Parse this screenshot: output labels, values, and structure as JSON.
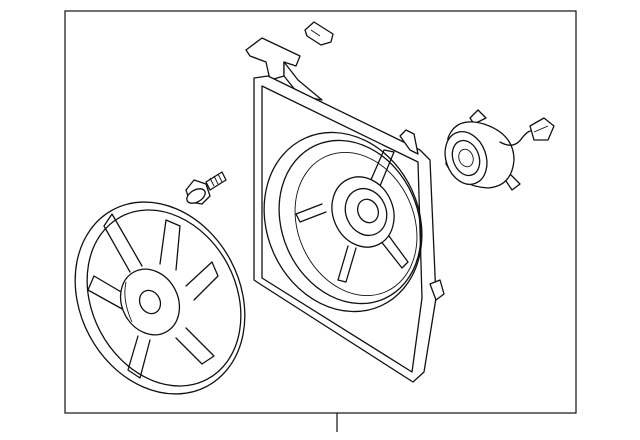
{
  "diagram": {
    "parts": [
      {
        "name": "cooling-fan-blade"
      },
      {
        "name": "fan-mounting-bolt"
      },
      {
        "name": "fan-shroud"
      },
      {
        "name": "fan-motor"
      },
      {
        "name": "wire-connector"
      },
      {
        "name": "shroud-clip"
      }
    ],
    "colors": {
      "line": "#111111",
      "background": "#ffffff"
    }
  }
}
